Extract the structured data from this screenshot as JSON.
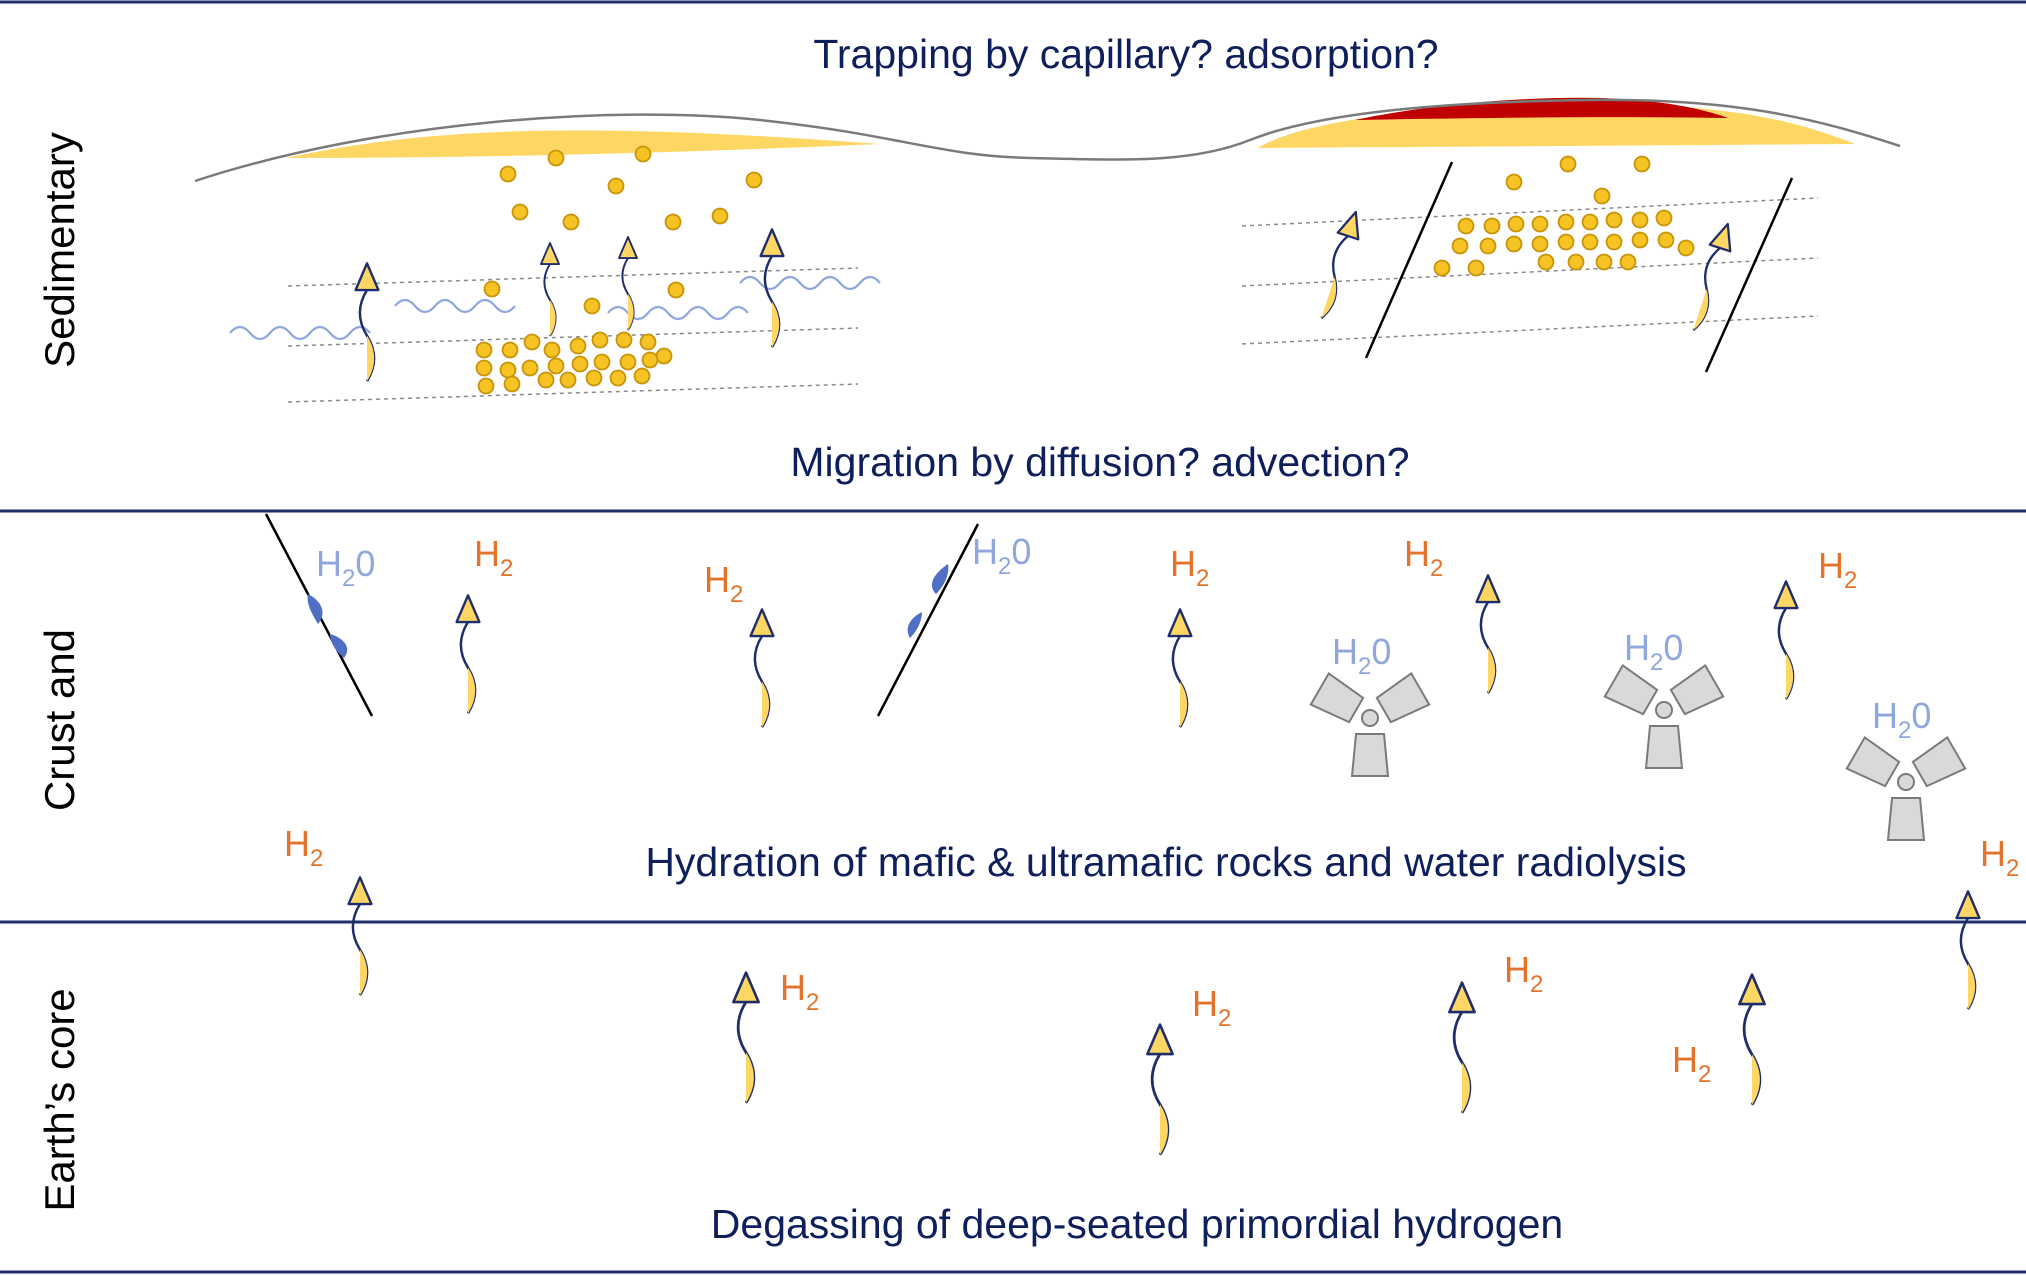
{
  "captions": {
    "trapping": "Trapping by capillary? adsorption?",
    "migration": "Migration by diffusion? advection?",
    "hydration": "Hydration of mafic & ultramafic rocks and water radiolysis",
    "degassing": "Degassing of deep-seated primordial hydrogen"
  },
  "side_labels": {
    "sedimentary": "Sedimentary",
    "crust": "Crust and",
    "core": "Earth’s core"
  },
  "molecules": {
    "h2_base": "H",
    "h2_sub": "2",
    "h2o_base": "H",
    "h2o_sub": "2",
    "h2o_tail": "0"
  },
  "icons": {
    "wave_arrow": "hydrogen-migration-arrow-icon",
    "radioactive": "radiolysis-trefoil-icon",
    "droplet": "water-droplet-icon"
  },
  "colors": {
    "gas_yellow": "#fdd663",
    "bubble_fill": "#f5c324",
    "bubble_stroke": "#c9930a",
    "reservoir_red": "#c00000",
    "rule_navy": "#1f2d6b",
    "water_blue": "#8fa7dc",
    "h2_orange": "#e3732a",
    "trefoil_grey": "#d9d9d9"
  }
}
